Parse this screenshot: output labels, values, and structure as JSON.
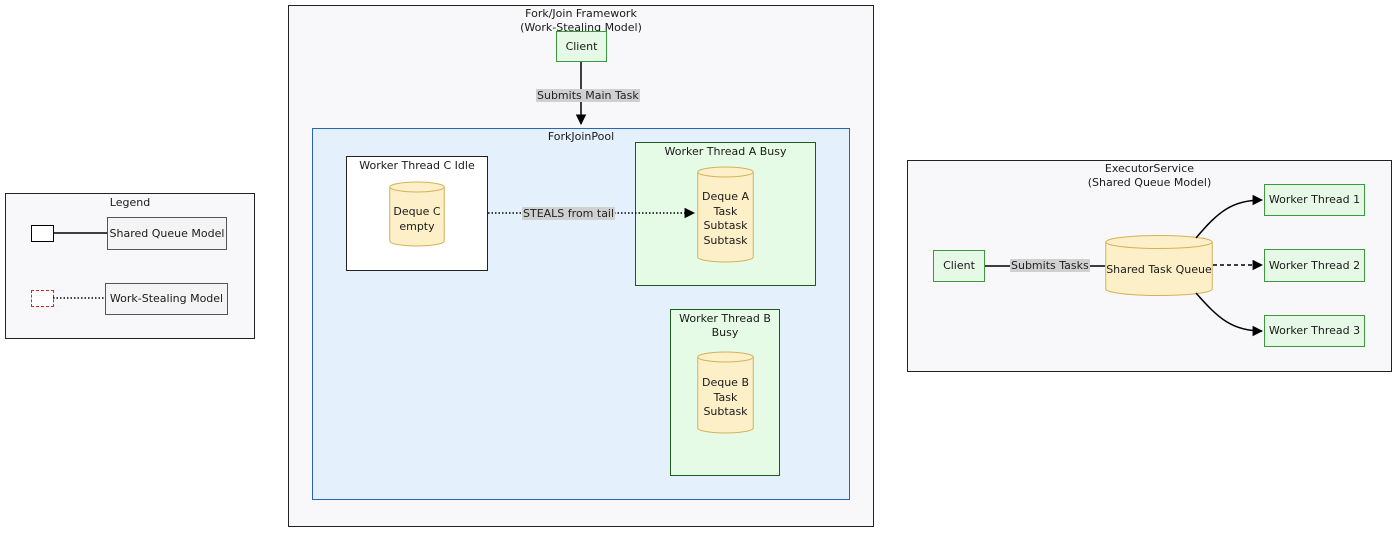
{
  "legend": {
    "title": "Legend",
    "shared_label": "Shared Queue Model",
    "stealing_label": "Work-Stealing Model"
  },
  "forkjoin": {
    "title": "Fork/Join Framework (Work-Stealing Model)",
    "client": "Client",
    "submit_label": "Submits Main Task",
    "pool_title": "ForkJoinPool",
    "worker_c": {
      "title": "Worker Thread C Idle",
      "deque": [
        "Deque C",
        "empty"
      ]
    },
    "worker_a": {
      "title": "Worker Thread A Busy",
      "deque": [
        "Deque A",
        "Task",
        "Subtask",
        "Subtask"
      ]
    },
    "worker_b": {
      "title": "Worker Thread B Busy",
      "deque": [
        "Deque B",
        "Task",
        "Subtask"
      ]
    },
    "steal_label": "STEALS from tail"
  },
  "executor": {
    "title": "ExecutorService (Shared Queue Model)",
    "client": "Client",
    "submit_label": "Submits Tasks",
    "queue": "Shared Task Queue",
    "worker_1": "Worker Thread 1",
    "worker_2": "Worker Thread 2",
    "worker_3": "Worker Thread 3"
  },
  "colors": {
    "node_fill_green": "#e6f8e6",
    "node_border_green": "#3c9a3c",
    "cylinder_fill": "#fdf0c8",
    "cylinder_border": "#d4b15a",
    "pool_fill": "#e4f0fc",
    "pool_border": "#2a63b8",
    "legend_dashed": "#d22222"
  },
  "edge_styles": {
    "legend_shared": "solid",
    "legend_stealing": "dotted",
    "client_to_pool": "solid-arrow",
    "steal": "dotted-arrow",
    "executor_client_to_queue": "solid",
    "queue_to_worker_1": "solid-arrow",
    "queue_to_worker_2": "dashed-arrow",
    "queue_to_worker_3": "solid-arrow"
  }
}
